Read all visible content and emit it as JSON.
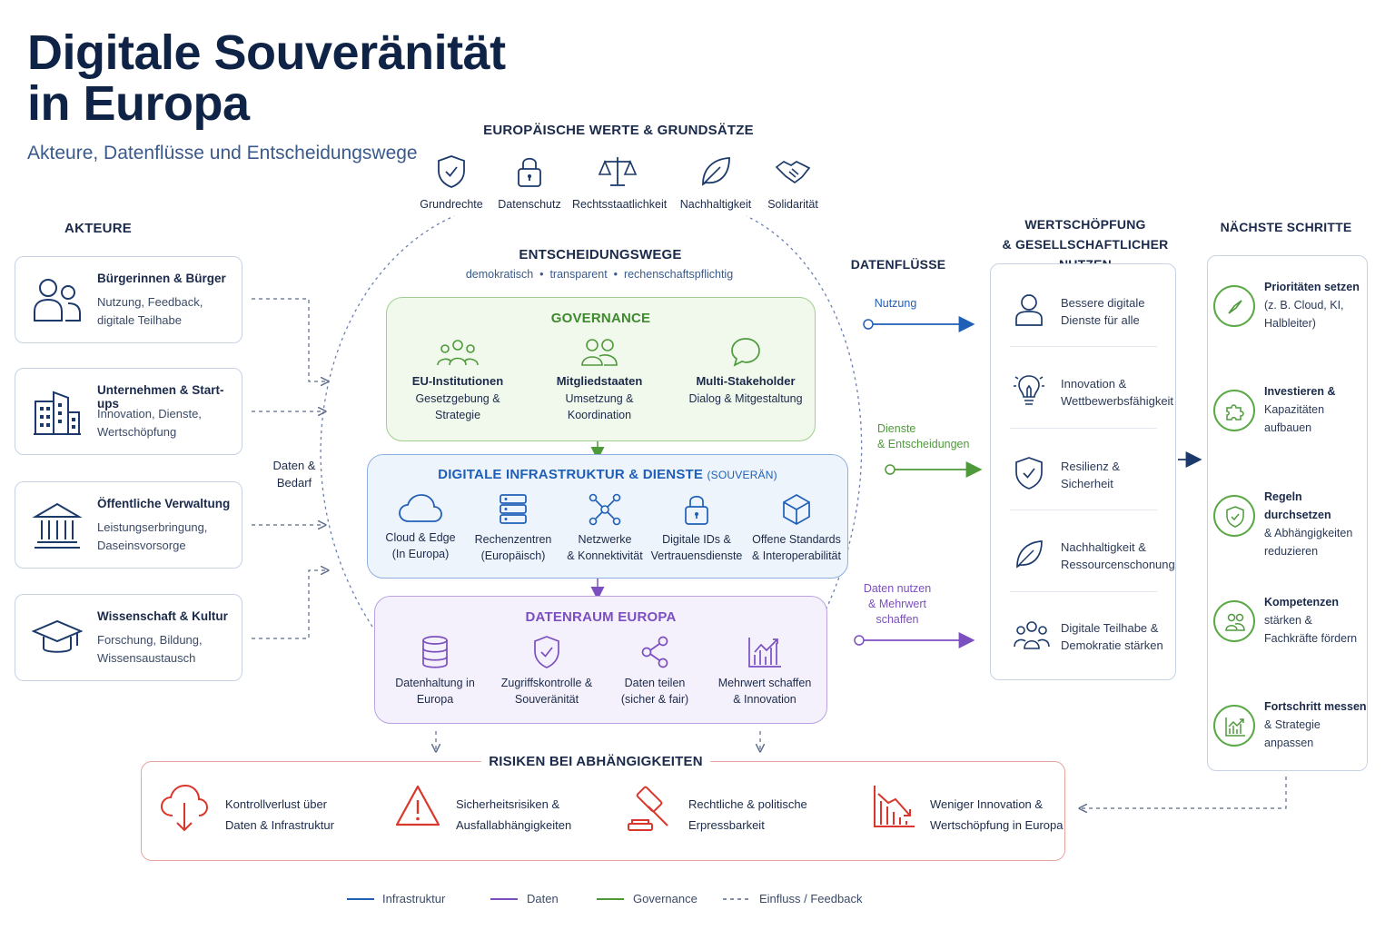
{
  "title": {
    "line1": "Digitale Souveränität",
    "line2": "in Europa"
  },
  "subtitle": "Akteure, Datenflüsse und Entscheidungswege",
  "werte": {
    "header": "EUROPÄISCHE WERTE & GRUNDSÄTZE",
    "items": [
      "Grundrechte",
      "Datenschutz",
      "Rechtsstaatlichkeit",
      "Nachhaltigkeit",
      "Solidarität"
    ]
  },
  "akteure": {
    "header": "AKTEURE",
    "cards": [
      {
        "title": "Bürgerinnen & Bürger",
        "desc": "Nutzung, Feedback, digitale Teilhabe",
        "icon": "people-icon"
      },
      {
        "title": "Unternehmen & Start-ups",
        "desc": "Innovation, Dienste, Wertschöpfung",
        "icon": "building-icon"
      },
      {
        "title": "Öffentliche Verwaltung",
        "desc": "Leistungserbringung, Daseinsvorsorge",
        "icon": "institution-icon"
      },
      {
        "title": "Wissenschaft & Kultur",
        "desc": "Forschung, Bildung, Wissensaustausch",
        "icon": "graduation-cap-icon"
      }
    ],
    "flow_label": "Daten & Bedarf"
  },
  "entscheidung": {
    "header": "ENTSCHEIDUNGSWEGE",
    "subheader": "demokratisch  •  transparent  •  rechenschaftspflichtig"
  },
  "governance": {
    "header": "GOVERNANCE",
    "color": "#4e9a3b",
    "items": [
      {
        "title": "EU-Institutionen",
        "desc": "Gesetzgebung & Strategie"
      },
      {
        "title": "Mitgliedstaaten",
        "desc": "Umsetzung & Koordination"
      },
      {
        "title": "Multi-Stakeholder",
        "desc": "Dialog & Mitgestaltung"
      }
    ]
  },
  "infrastruktur": {
    "header": "DIGITALE INFRASTRUKTUR & DIENSTE",
    "header_suffix": "(SOUVERÄN)",
    "color": "#1f5fb8",
    "items": [
      {
        "line1": "Cloud & Edge",
        "line2": "(In Europa)"
      },
      {
        "line1": "Rechenzentren",
        "line2": "(Europäisch)"
      },
      {
        "line1": "Netzwerke",
        "line2": "& Konnektivität"
      },
      {
        "line1": "Digitale IDs &",
        "line2": "Vertrauensdienste"
      },
      {
        "line1": "Offene Standards",
        "line2": "& Interoperabilität"
      }
    ]
  },
  "datenraum": {
    "header": "DATENRAUM EUROPA",
    "color": "#7b4fc0",
    "items": [
      {
        "line1": "Datenhaltung in",
        "line2": "Europa"
      },
      {
        "line1": "Zugriffskontrolle &",
        "line2": "Souveränität"
      },
      {
        "line1": "Daten teilen",
        "line2": "(sicher & fair)"
      },
      {
        "line1": "Mehrwert schaffen",
        "line2": "& Innovation"
      }
    ]
  },
  "datenfluesse": {
    "header": "DATENFLÜSSE",
    "nutzung": "Nutzung",
    "dienste": {
      "line1": "Dienste",
      "line2": "& Entscheidungen"
    },
    "daten": {
      "line1": "Daten nutzen",
      "line2": "& Mehrwert",
      "line3": "schaffen"
    }
  },
  "wertschoepfung": {
    "header_line1": "WERTSCHÖPFUNG",
    "header_line2": "& GESELLSCHAFTLICHER NUTZEN",
    "items": [
      {
        "line1": "Bessere digitale",
        "line2": "Dienste für alle"
      },
      {
        "line1": "Innovation &",
        "line2": "Wettbewerbsfähigkeit"
      },
      {
        "line1": "Resilienz &",
        "line2": "Sicherheit"
      },
      {
        "line1": "Nachhaltigkeit &",
        "line2": "Ressourcenschonung"
      },
      {
        "line1": "Digitale Teilhabe &",
        "line2": "Demokratie stärken"
      }
    ]
  },
  "naechste": {
    "header": "NÄCHSTE SCHRITTE",
    "steps": [
      {
        "bold": "Prioritäten setzen",
        "rest1": "(z. B. Cloud, KI,",
        "rest2": "Halbleiter)"
      },
      {
        "bold": "Investieren &",
        "rest1": "Kapazitäten",
        "rest2": "aufbauen"
      },
      {
        "bold": "Regeln durchsetzen",
        "rest1": "& Abhängigkeiten",
        "rest2": "reduzieren"
      },
      {
        "bold": "Kompetenzen",
        "rest1": "stärken &",
        "rest2": "Fachkräfte fördern"
      },
      {
        "bold": "Fortschritt messen",
        "rest1": "& Strategie",
        "rest2": "anpassen"
      }
    ]
  },
  "risiken": {
    "header": "RISIKEN BEI ABHÄNGIGKEITEN",
    "color": "#d9372b",
    "items": [
      {
        "line1": "Kontrollverlust über",
        "line2": "Daten & Infrastruktur"
      },
      {
        "line1": "Sicherheitsrisiken &",
        "line2": "Ausfallabhängigkeiten"
      },
      {
        "line1": "Rechtliche & politische",
        "line2": "Erpressbarkeit"
      },
      {
        "line1": "Weniger Innovation &",
        "line2": "Wertschöpfung in Europa"
      }
    ]
  },
  "legend": {
    "items": [
      {
        "label": "Infrastruktur",
        "color": "#1f5fb8",
        "style": "solid"
      },
      {
        "label": "Daten",
        "color": "#7b4fc0",
        "style": "solid"
      },
      {
        "label": "Governance",
        "color": "#4e9a3b",
        "style": "solid"
      },
      {
        "label": "Einfluss / Feedback",
        "color": "#5b6b8c",
        "style": "dashed"
      }
    ]
  }
}
